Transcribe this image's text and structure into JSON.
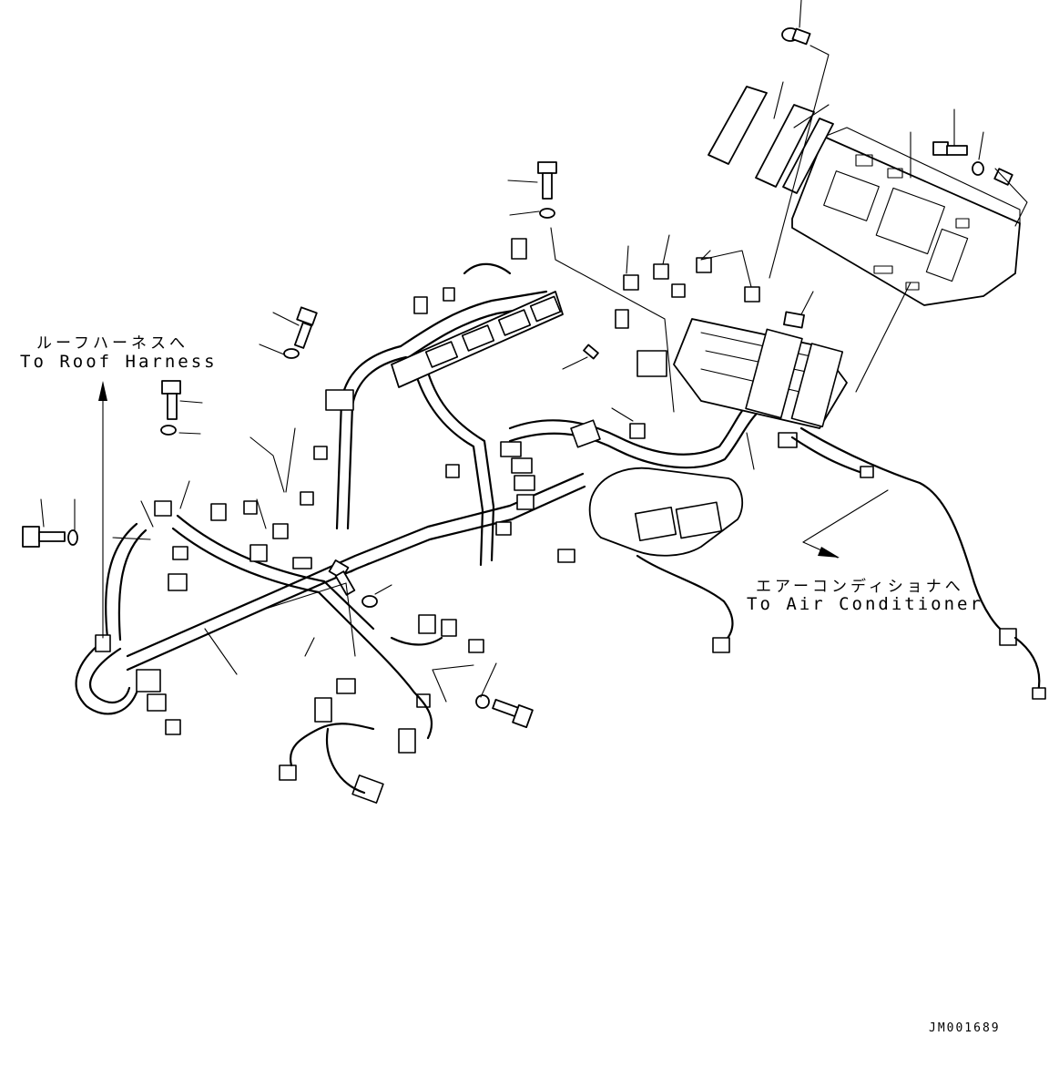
{
  "labels": {
    "roof_jp": "ルーフハーネスへ",
    "roof_en": "To Roof Harness",
    "ac_jp": "エアーコンディショナへ",
    "ac_en": "To Air Conditioner",
    "drawing_code": "JM001689"
  }
}
